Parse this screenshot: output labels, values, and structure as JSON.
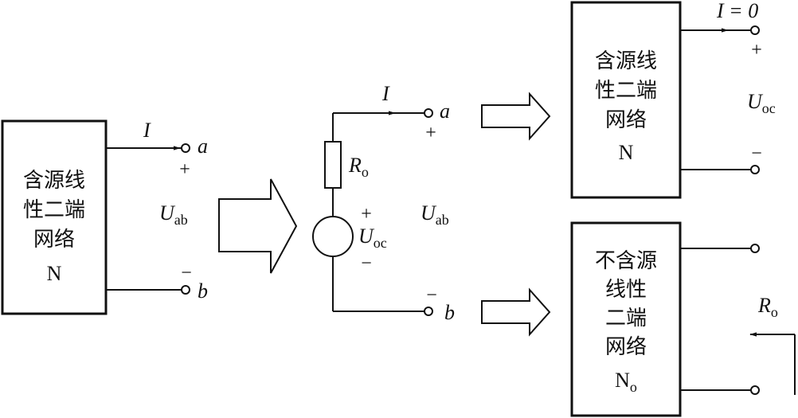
{
  "left": {
    "box": {
      "line1": "含源线",
      "line2": "性二端",
      "line3": "网络",
      "line4": "N"
    },
    "current": "I",
    "term_a": "a",
    "term_b": "b",
    "plus": "+",
    "minus": "−",
    "voltage": {
      "main": "U",
      "sub": "ab"
    }
  },
  "middle": {
    "current": "I",
    "term_a": "a",
    "term_b": "b",
    "plus_out": "+",
    "minus_out": "−",
    "resistor": {
      "main": "R",
      "sub": "o"
    },
    "source_plus": "+",
    "source_minus": "−",
    "source": {
      "main": "U",
      "sub": "oc"
    },
    "voltage": {
      "main": "U",
      "sub": "ab"
    }
  },
  "top_right": {
    "box": {
      "line1": "含源线",
      "line2": "性二端",
      "line3": "网络",
      "line4": "N"
    },
    "current": "I = 0",
    "plus": "+",
    "minus": "−",
    "voltage": {
      "main": "U",
      "sub": "oc"
    }
  },
  "bottom_right": {
    "box": {
      "line1": "不含源",
      "line2": "线性",
      "line3": "二端",
      "line4": "网络",
      "line5_main": "N",
      "line5_sub": "o"
    },
    "resistance": {
      "main": "R",
      "sub": "o"
    }
  }
}
